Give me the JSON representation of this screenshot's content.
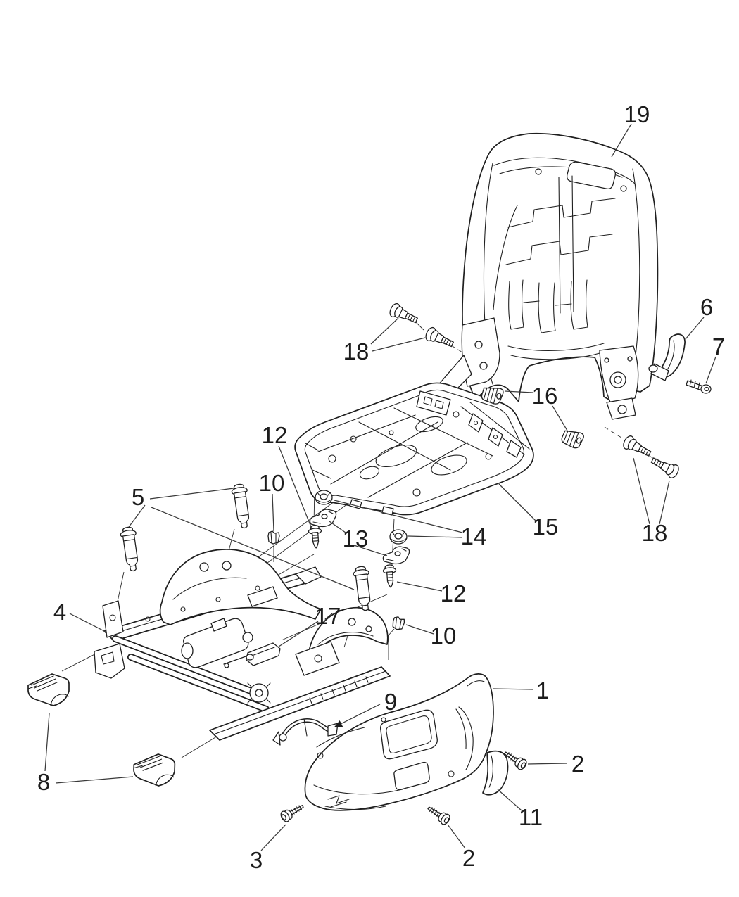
{
  "figure": {
    "type": "exploded-parts-diagram",
    "subject": "Front seat adjuster, recliner and shields - exploded view line art",
    "background_color": "#ffffff",
    "line_color": "#1f1f1f",
    "label_color": "#1c1c1c"
  },
  "callouts": {
    "seat_back_frame": "19",
    "recliner_handle": "6",
    "handle_bolt": "7",
    "back_bolts_left": "18",
    "back_bolts_right": "18",
    "cushion_guides": "16",
    "seat_pan": "15",
    "front_bolt_left": "12",
    "front_bolt_right": "12",
    "grommet_left": "10",
    "grommet_right": "10",
    "riser_bolts": "5",
    "clamp": "13",
    "nut": "14",
    "adjuster": "4",
    "bracket": "17",
    "shield_outboard": "1",
    "cable": "9",
    "screw_upper": "2",
    "screw_lower": "2",
    "screw_front": "3",
    "end_caps": "8",
    "shield_inner": "11"
  }
}
